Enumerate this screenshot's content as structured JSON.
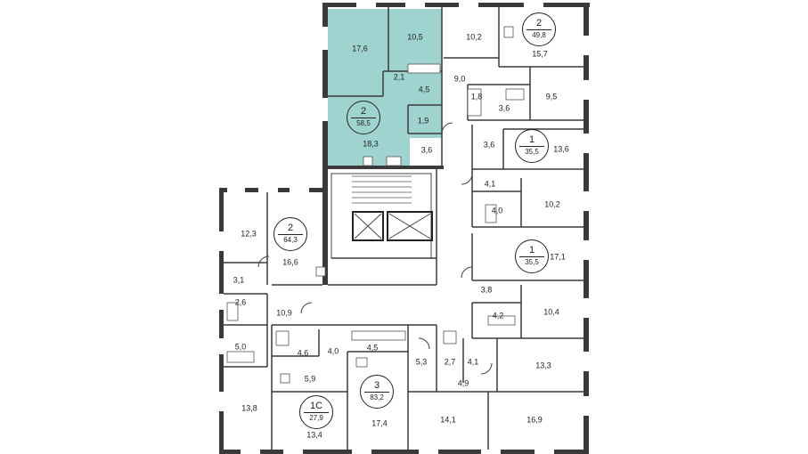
{
  "plan": {
    "highlight_color": "#9fd3cf",
    "wall_color": "#3a3a3a",
    "apartments": [
      {
        "id": "apt-2-58",
        "rooms": "2",
        "area": "58,5",
        "highlighted": true
      },
      {
        "id": "apt-2-49",
        "rooms": "2",
        "area": "49,8",
        "highlighted": false
      },
      {
        "id": "apt-1-35a",
        "rooms": "1",
        "area": "35,5",
        "highlighted": false
      },
      {
        "id": "apt-1-35b",
        "rooms": "1",
        "area": "35,5",
        "highlighted": false
      },
      {
        "id": "apt-2-64",
        "rooms": "2",
        "area": "64,3",
        "highlighted": false
      },
      {
        "id": "apt-3-83",
        "rooms": "3",
        "area": "83,2",
        "highlighted": false
      },
      {
        "id": "apt-1c-27",
        "rooms": "1С",
        "area": "27,9",
        "highlighted": false
      }
    ],
    "rooms": [
      "17,6",
      "10,5",
      "2,1",
      "4,5",
      "1,9",
      "18,3",
      "3,6",
      "10,2",
      "15,7",
      "9,0",
      "9,5",
      "1,8",
      "3,6",
      "3,6",
      "13,6",
      "4,1",
      "10,2",
      "4,0",
      "17,1",
      "3,8",
      "10,4",
      "4,2",
      "12,3",
      "16,6",
      "3,1",
      "2,6",
      "10,9",
      "5,0",
      "13,8",
      "4,6",
      "4,0",
      "5,9",
      "13,4",
      "4,5",
      "5,3",
      "2,7",
      "4,1",
      "4,9",
      "17,4",
      "14,1",
      "13,3",
      "16,9"
    ]
  }
}
